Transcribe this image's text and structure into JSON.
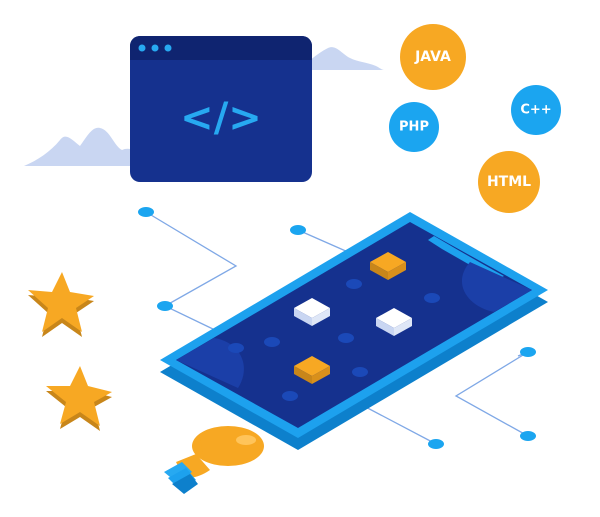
{
  "code_window": {
    "code_symbol": "</>"
  },
  "language_badges": [
    {
      "label": "JAVA",
      "color": "#f7a823"
    },
    {
      "label": "PHP",
      "color": "#1ba5f0"
    },
    {
      "label": "C++",
      "color": "#1ba5f0"
    },
    {
      "label": "HTML",
      "color": "#f7a823"
    }
  ],
  "colors": {
    "navy": "#15318e",
    "navy_dark": "#0f2470",
    "phone_frame": "#1da1ee",
    "phone_frame_dark": "#0d80cc",
    "accent_blue": "#27a9f1",
    "orange": "#f7a823",
    "cloud": "#c9d6f2",
    "circuit_line": "#7fa8e6"
  },
  "icons": [
    "code-window-icon",
    "smartphone-icon",
    "star-icon",
    "lightbulb-icon",
    "cloud-icon"
  ]
}
